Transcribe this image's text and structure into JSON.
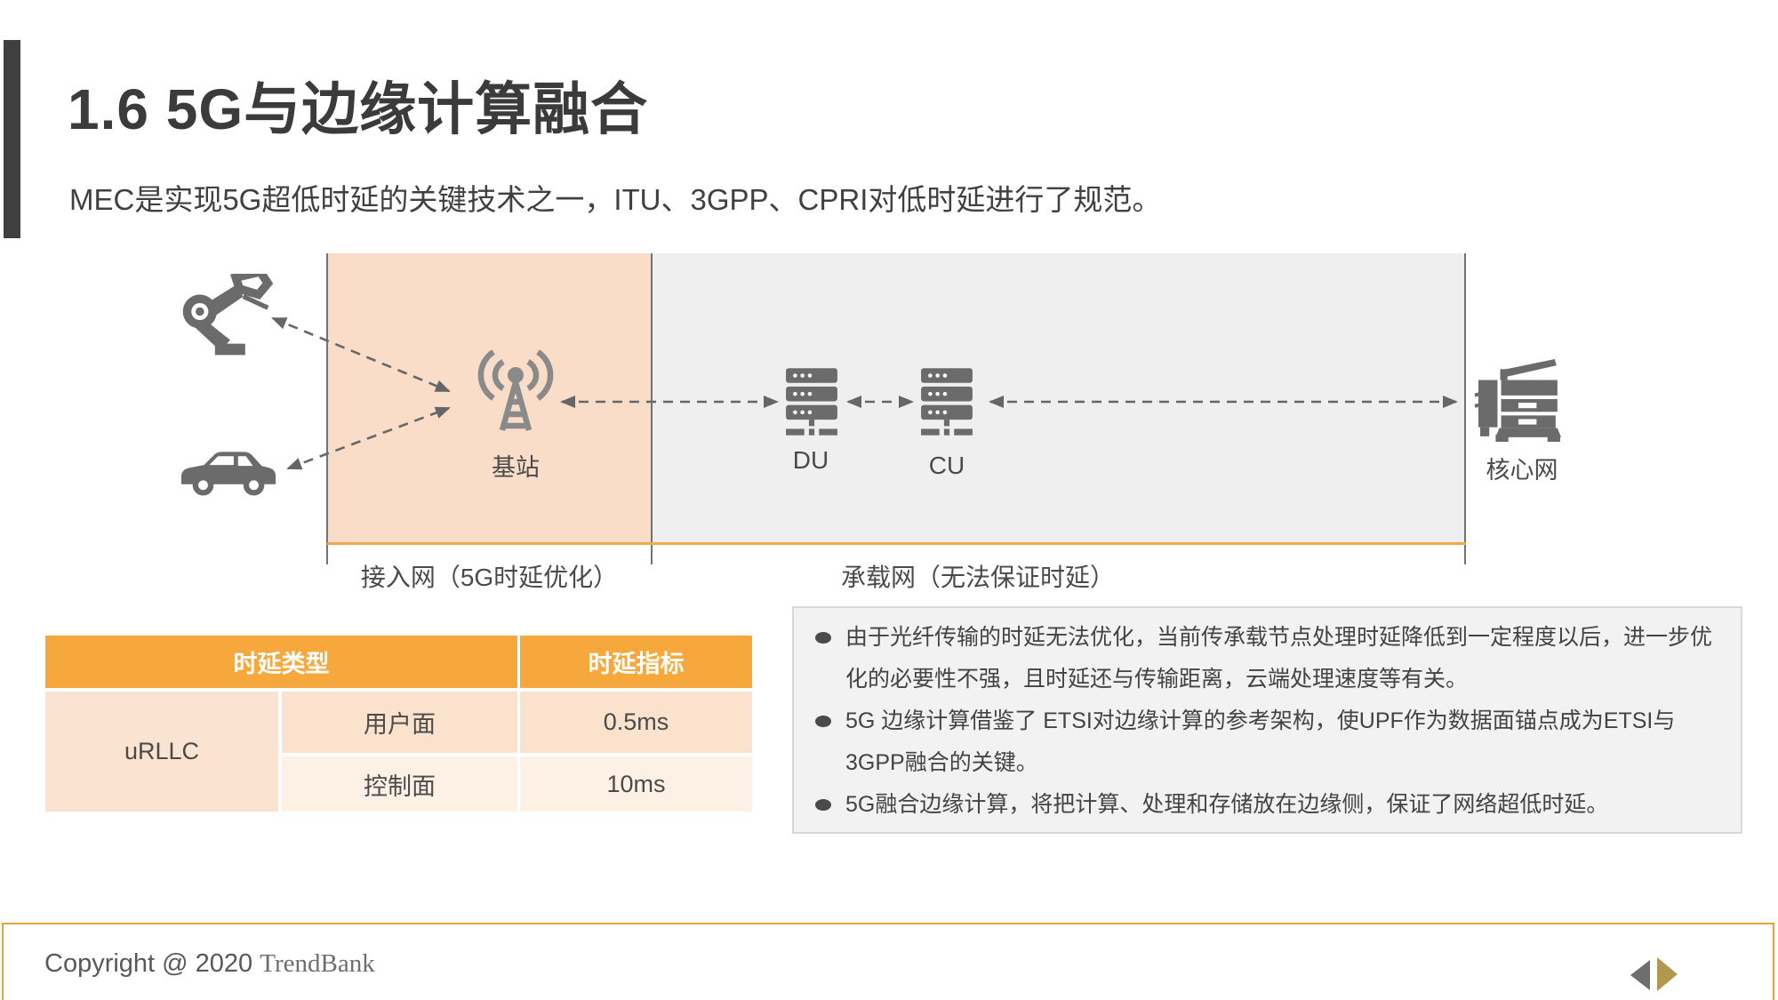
{
  "slide": {
    "title": "1.6 5G与边缘计算融合",
    "subtitle": "MEC是实现5G超低时延的关键技术之一，ITU、3GPP、CPRI对低时延进行了规范。"
  },
  "diagram": {
    "access_zone_label": "接入网（5G时延优化）",
    "transport_zone_label": "承载网（无法保证时延）",
    "nodes": {
      "base_station": "基站",
      "du": "DU",
      "cu": "CU",
      "core_network": "核心网"
    },
    "icons": {
      "endpoints": [
        "robot-arm-icon",
        "car-icon"
      ],
      "base_station": "antenna-tower-icon",
      "du": "server-stack-icon",
      "cu": "server-stack-icon",
      "core_network": "copier-machine-icon"
    },
    "colors": {
      "access_zone_fill": "#F9DDC9",
      "transport_zone_fill": "#F0EFEF",
      "divider_line": "#737373",
      "orange_rule": "#F2A94C",
      "icon_gray": "#6B6B6B",
      "arrow_gray": "#666666"
    }
  },
  "table": {
    "headers": [
      "时延类型",
      "时延指标"
    ],
    "row_group": "uRLLC",
    "rows": [
      {
        "plane": "用户面",
        "value": "0.5ms"
      },
      {
        "plane": "控制面",
        "value": "10ms"
      }
    ],
    "colors": {
      "header_fill": "#F7A83C",
      "row1_fill": "#FBE2CC",
      "row2_fill": "#FDF1E5",
      "group_cell_fill": "#FAE3D0"
    }
  },
  "bullets": [
    "由于光纤传输的时延无法优化，当前传承载节点处理时延降低到一定程度以后，进一步优化的必要性不强，且时延还与传输距离，云端处理速度等有关。",
    "5G 边缘计算借鉴了 ETSI对边缘计算的参考架构，使UPF作为数据面锚点成为ETSI与3GPP融合的关键。",
    "5G融合边缘计算，将把计算、处理和存储放在边缘侧，保证了网络超低时延。"
  ],
  "footer": {
    "copyright": "Copyright @ 2020 ",
    "brand": "TrendBank",
    "nav_colors": {
      "prev": "#6E6E6E",
      "next": "#B2974F"
    },
    "border_color": "#E3A23B"
  }
}
